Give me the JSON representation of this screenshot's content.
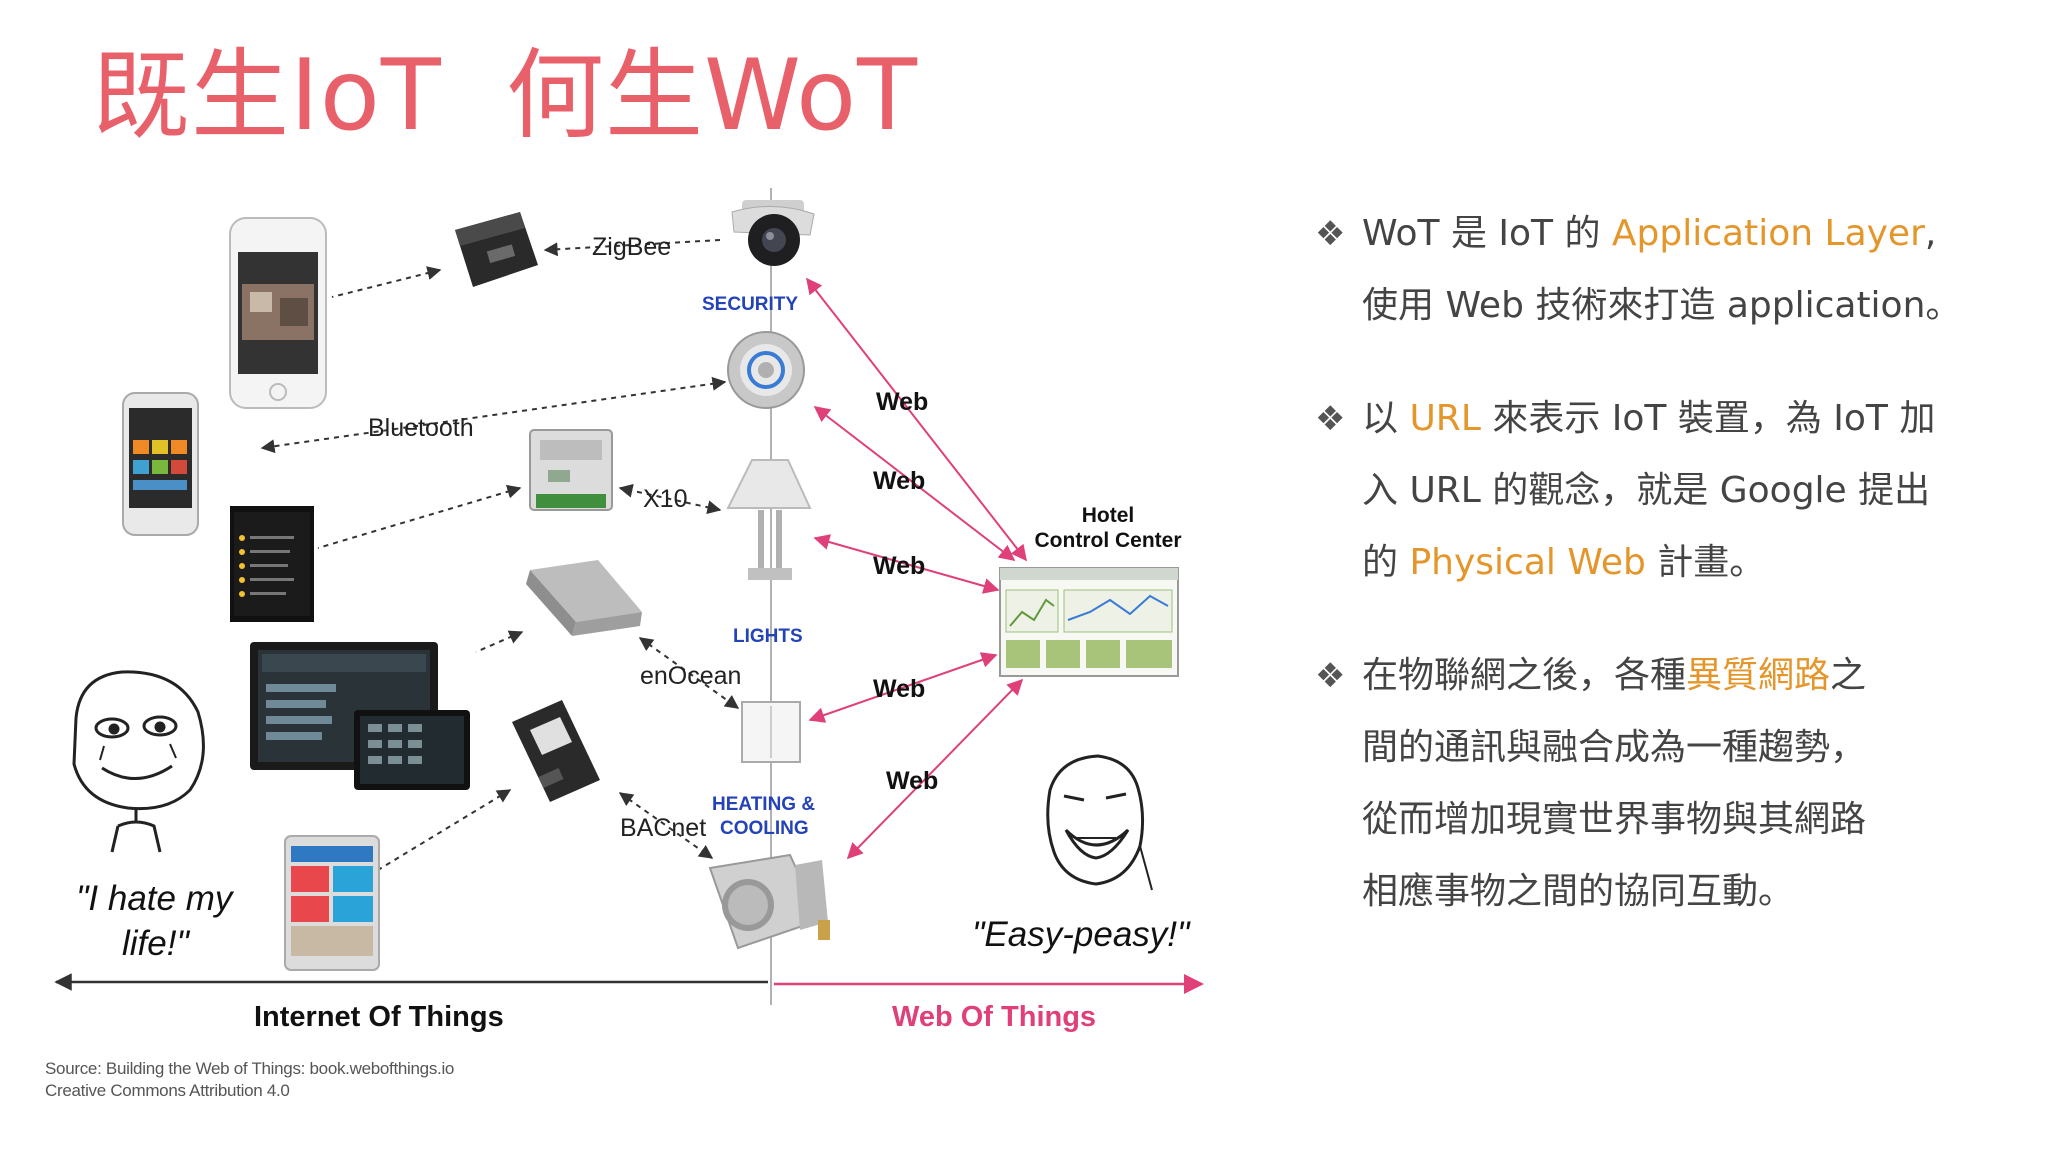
{
  "title": "既生IoT  何生WoT",
  "diagram": {
    "protocols": {
      "zigbee": "ZigBee",
      "bluetooth": "Bluetooth",
      "x10": "X10",
      "enocean": "enOcean",
      "bacnet": "BACnet"
    },
    "categories": {
      "security": "SECURITY",
      "lights": "LIGHTS",
      "heating_line1": "HEATING &",
      "heating_line2": "COOLING"
    },
    "web_labels": [
      "Web",
      "Web",
      "Web",
      "Web",
      "Web"
    ],
    "hotel_line1": "Hotel",
    "hotel_line2": "Control Center",
    "quote_left_line1": "\"I hate my",
    "quote_left_line2": "life!\"",
    "quote_right": "\"Easy-peasy!\"",
    "axis_left": "Internet Of Things",
    "axis_right": "Web Of Things",
    "colors": {
      "web_arrow": "#e0407a",
      "category": "#2443b8"
    }
  },
  "bullets": [
    {
      "lines": [
        [
          {
            "t": "WoT 是 IoT 的 "
          },
          {
            "t": "Application Layer",
            "hl": true
          },
          {
            "t": ","
          }
        ],
        [
          {
            "t": "使用 Web 技術來打造 application。"
          }
        ]
      ]
    },
    {
      "lines": [
        [
          {
            "t": "以 "
          },
          {
            "t": "URL",
            "hl": true
          },
          {
            "t": " 來表示 IoT 裝置，為 IoT 加"
          }
        ],
        [
          {
            "t": "入 URL 的觀念，就是 Google 提出"
          }
        ],
        [
          {
            "t": "的 "
          },
          {
            "t": "Physical Web",
            "hl": true
          },
          {
            "t": " 計畫。"
          }
        ]
      ]
    },
    {
      "lines": [
        [
          {
            "t": "在物聯網之後，各種"
          },
          {
            "t": "異質網路",
            "hl": true
          },
          {
            "t": "之"
          }
        ],
        [
          {
            "t": "間的通訊與融合成為一種趨勢，"
          }
        ],
        [
          {
            "t": "從而增加現實世界事物與其網路"
          }
        ],
        [
          {
            "t": "相應事物之間的協同互動。"
          }
        ]
      ]
    }
  ],
  "bullet_symbol": "❖",
  "highlight_color": "#e4962b",
  "source_line1": "Source: Building the Web of Things: book.webofthings.io",
  "source_line2": "Creative Commons Attribution 4.0"
}
